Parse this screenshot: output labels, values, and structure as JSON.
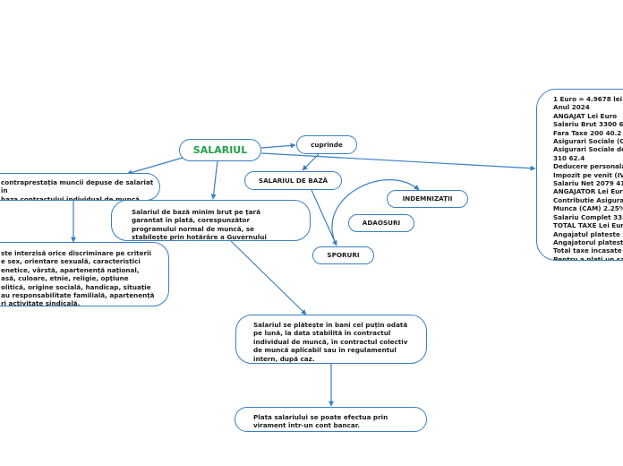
{
  "nodes": {
    "root": "SALARIUL",
    "cuprinde": "cuprinde",
    "salariul_baza": "SALARIUL DE BAZĂ",
    "indemnizatii": "INDEMNIZAȚII",
    "adaosuri": "ADAOSURI",
    "sporuri": "SPORURI",
    "contraprestatie": "contraprestația muncii depuse de salariat în\nbaza contractului  individual de muncă",
    "salariu_minim": "Salariul de bază minim brut pe țară\ngarantat în plată, corespunzător\nprogramului  normal de muncă, se\nstabilește prin hotărâre a Guvernului",
    "discriminare": "ste interzisă orice discriminare  pe criterii\ne sex, orientare sexuală, caracteristici\nenetice, vârstă, apartenență național,\nasă,  culoare, etnie, religie, opțiune\nolitică, origine socială, handicap, situație\nau responsabilitate  familială, apartenență\nri activitate sindicală.",
    "plata_bani": "Salariul se plătește în bani cel puțin odată\npe lună, la data stabilită în contractul\nindividual de muncă, în contractul colectiv\nde muncă aplicabil sau în regulamentul\nintern, după  caz.",
    "plata_cont": "Plata salariului se poate efectua prin\nvirament într-un cont bancar.",
    "calcul": "1 Euro = 4.9678 lei\nAnul 2024\nANGAJAT Lei Euro\nSalariu Brut 3300 6\nFara Taxe 200 40.2\nAsigurari Sociale (C\nAsigurari Sociale de\n310 62.4\nDeducere personala\nImpozit pe venit (IV\nSalariu Net 2079 41\nANGAJATOR Lei Eur\nContributie Asigura\nMunca (CAM) 2.25%\nSalariu Complet 333\nTOTAL TAXE Lei Eur\nAngajatul plateste s\nAngajatorul plateste\nTotal taxe incasate\nPentru a plati un sa\nangajatorul cheltuie"
  }
}
